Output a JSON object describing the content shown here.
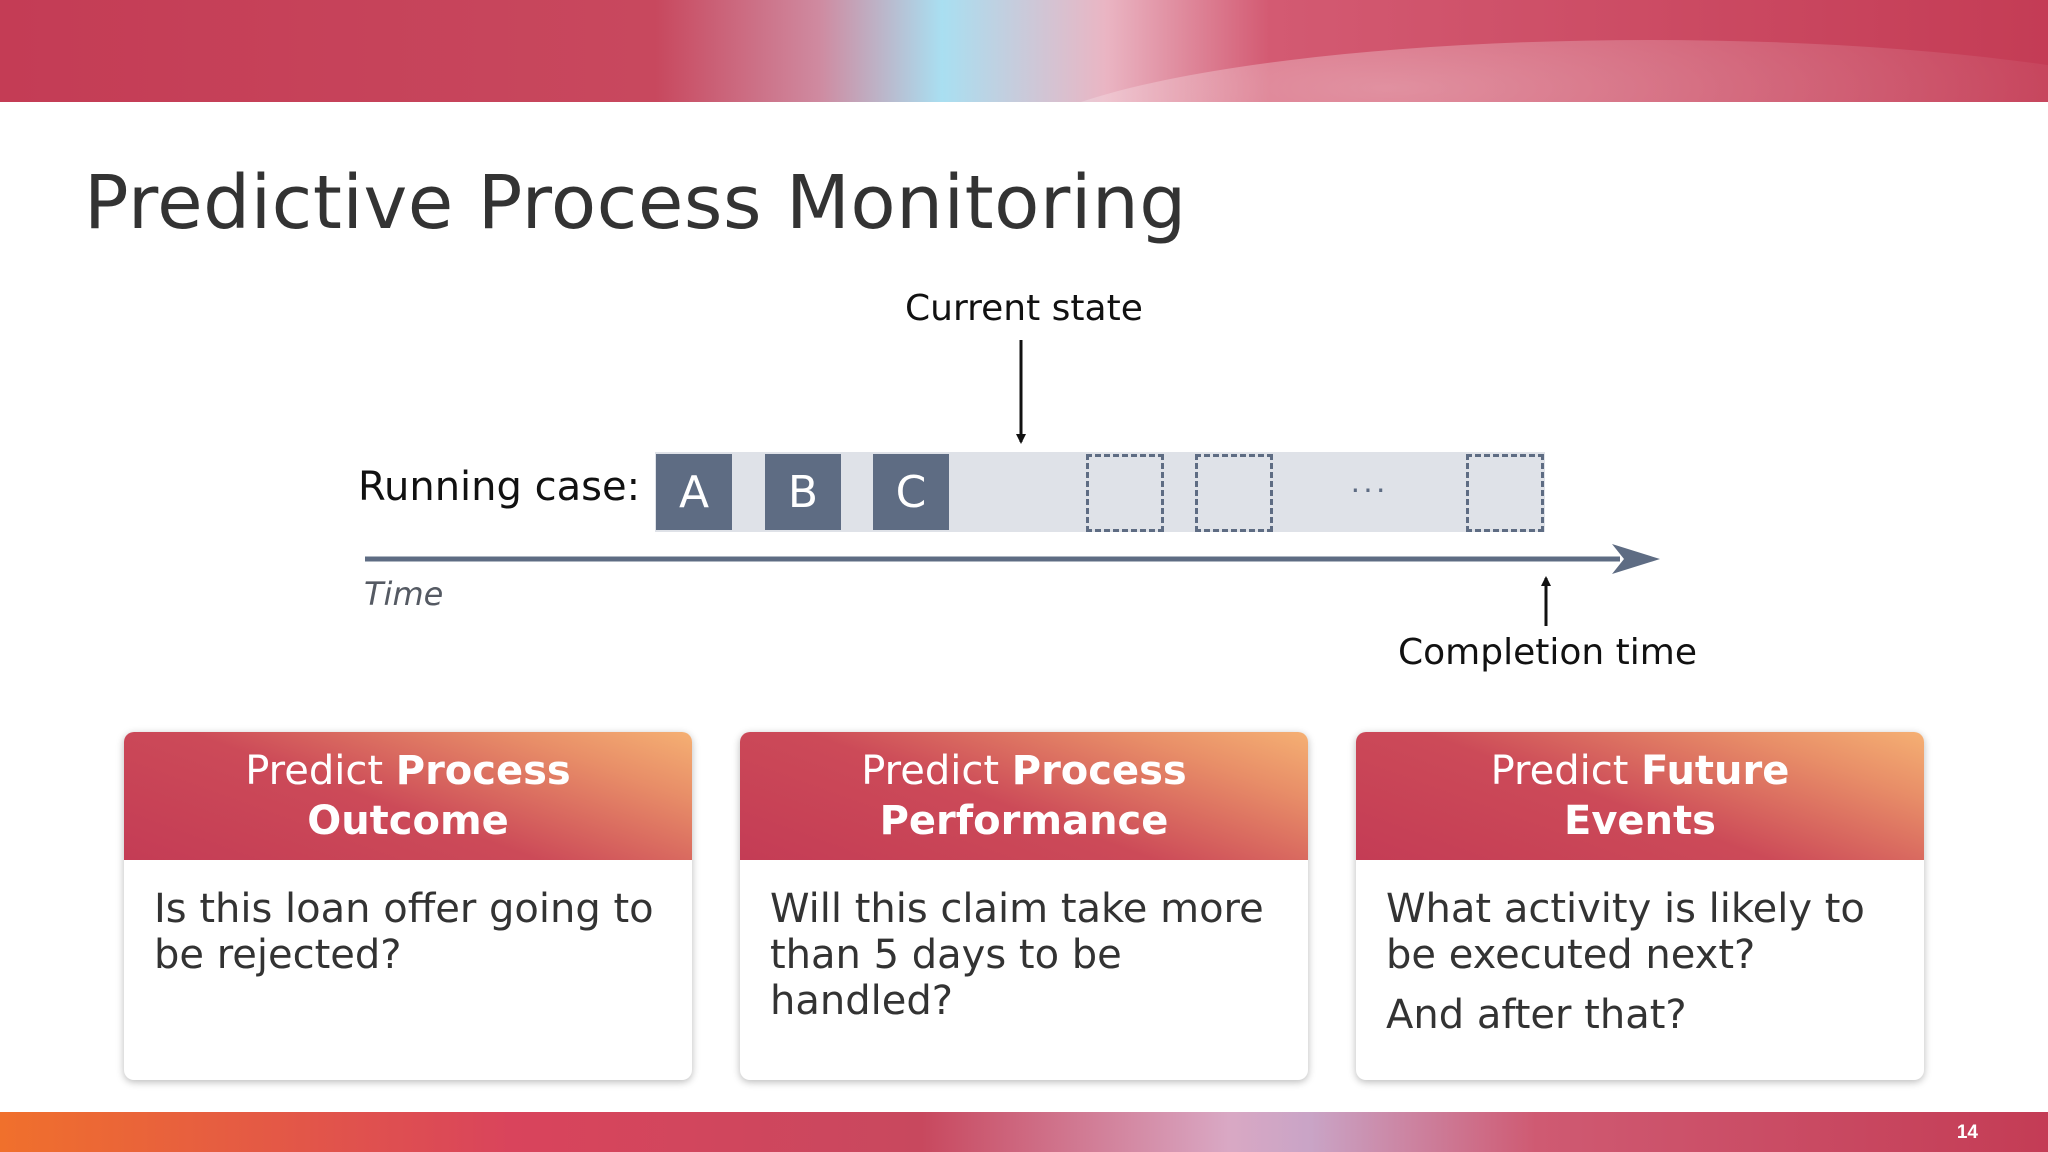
{
  "slide": {
    "title": "Predictive Process Monitoring",
    "page_number": "14"
  },
  "diagram": {
    "current_state_label": "Current state",
    "running_case_label": "Running case:",
    "completion_label": "Completion time",
    "time_label": "Time",
    "events": [
      "A",
      "B",
      "C"
    ],
    "ellipsis": "···",
    "colors": {
      "event_fill": "#5e6c83",
      "strip": "#dfe2e8",
      "axis": "#5e6c83"
    }
  },
  "cards": [
    {
      "header_prefix": "Predict ",
      "header_bold_1": "Process",
      "header_bold_2": "Outcome",
      "lines": [
        "Is this loan offer going to be rejected?"
      ]
    },
    {
      "header_prefix": "Predict ",
      "header_bold_1": "Process",
      "header_bold_2": "Performance",
      "lines": [
        "Will this claim take more than 5 days to be handled?"
      ]
    },
    {
      "header_prefix": "Predict ",
      "header_bold_1": "Future",
      "header_bold_2": "Events",
      "lines": [
        "What activity is likely to be executed next?",
        "And after that?"
      ]
    }
  ],
  "theme": {
    "accent_red": "#c43c55",
    "accent_orange": "#f5b073",
    "text": "#333333"
  }
}
